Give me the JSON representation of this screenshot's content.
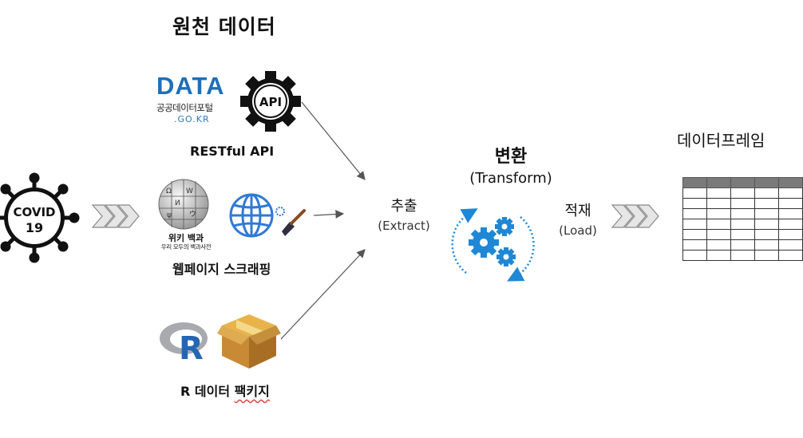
{
  "title": "원천 데이터",
  "sources": {
    "api": {
      "logo_main": "DATA",
      "logo_sub": "공공데이터포털",
      "logo_domain": ".GO.KR",
      "gear_text": "API",
      "label": "RESTful API"
    },
    "web": {
      "wiki_text1": "위키 백과",
      "wiki_text2": "우리 모두의 백과사전",
      "label": "웹페이지 스크래핑"
    },
    "r": {
      "r_letter": "R",
      "label_prefix": "R 데이터 ",
      "label_suffix": "팩키지"
    },
    "covid": {
      "line1": "COVID",
      "line2": "19"
    }
  },
  "extract": {
    "title": "추출",
    "sub": "(Extract)"
  },
  "transform": {
    "title": "변환",
    "sub": "(Transform)"
  },
  "load": {
    "title": "적재",
    "sub": "(Load)"
  },
  "dataframe": {
    "title": "데이터프레임"
  },
  "colors": {
    "accent_blue": "#1e88d6",
    "table_header": "#7a7a7a",
    "arrow_gray": "#555555"
  }
}
